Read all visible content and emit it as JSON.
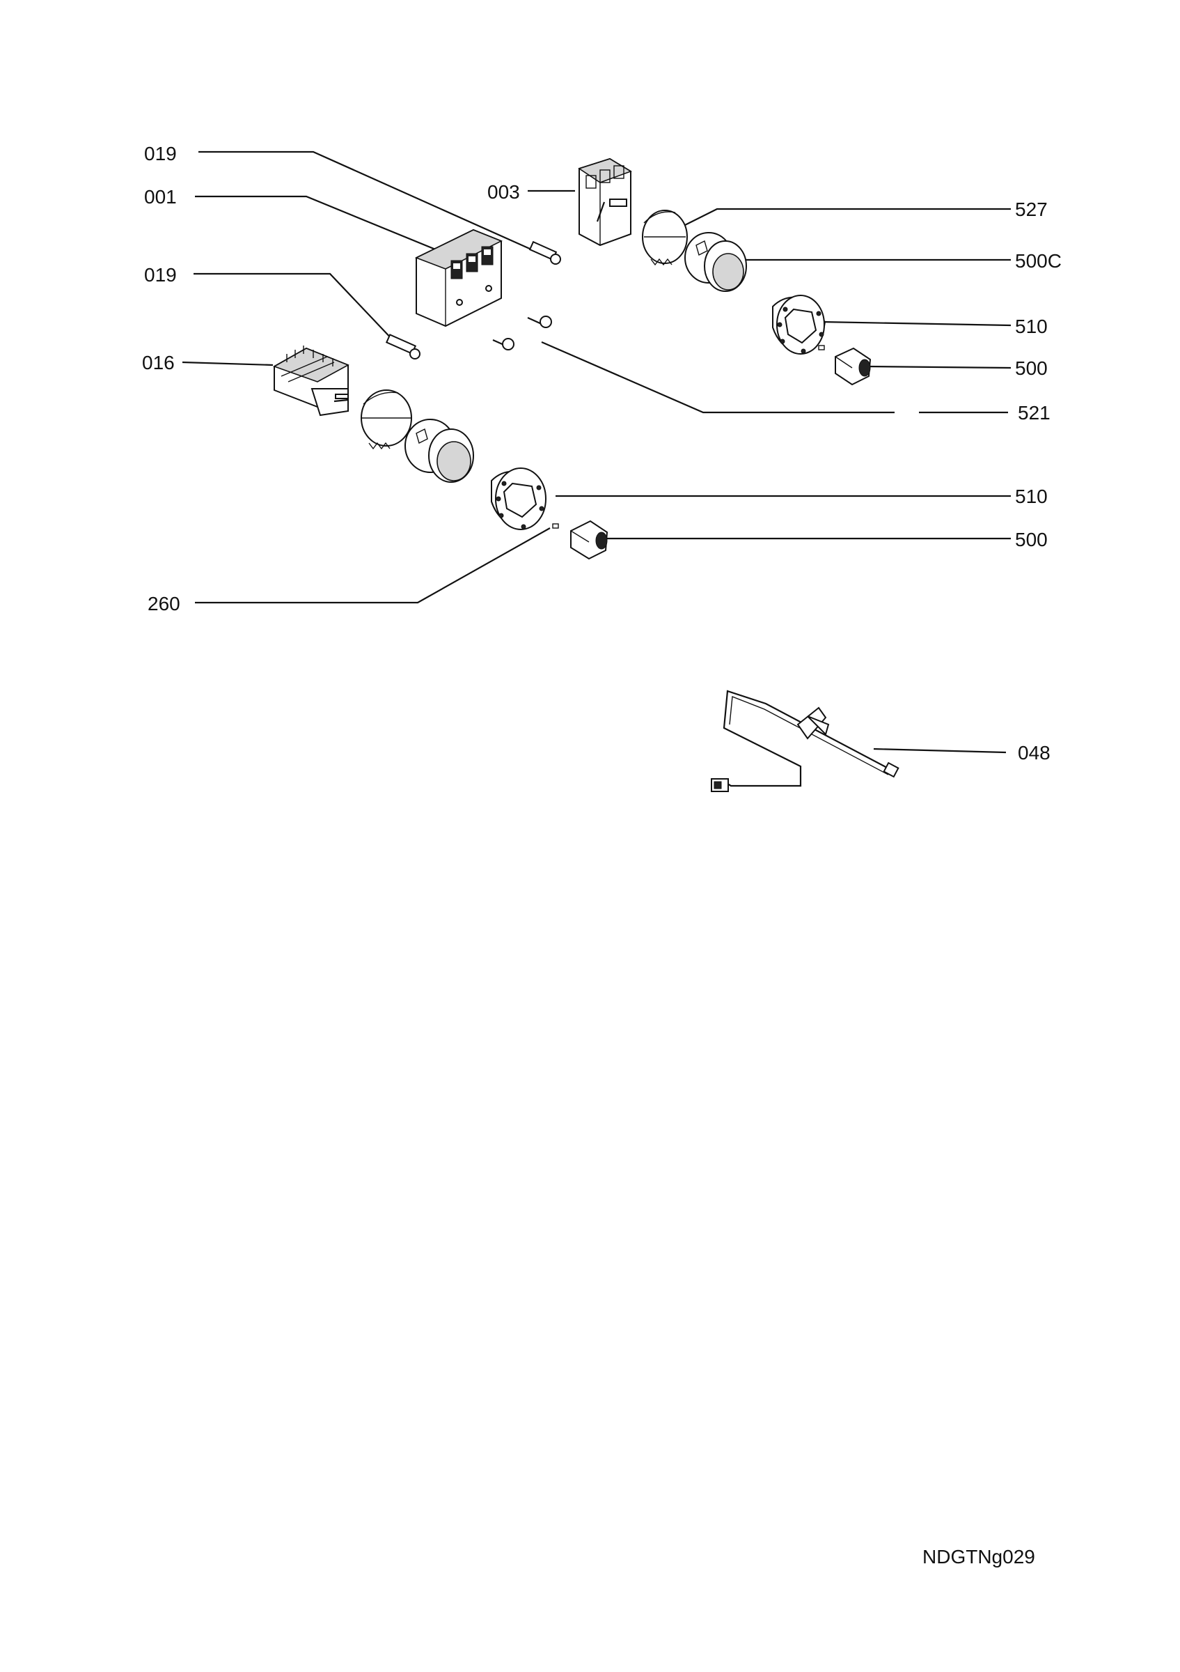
{
  "labels": {
    "p019_top": "019",
    "p001": "001",
    "p003": "003",
    "p019_mid": "019",
    "p016": "016",
    "p527": "527",
    "p500c": "500C",
    "p510_top": "510",
    "p500_top": "500",
    "p521": "521",
    "p510_bottom": "510",
    "p500_bottom": "500",
    "p260": "260",
    "p048": "048"
  },
  "footer_code": "NDGTNg029",
  "icons": [
    "electronic-timer",
    "thermostat",
    "selector-switch",
    "knob-bushing",
    "knob",
    "bezel-ring",
    "lamp-indicator",
    "fuse",
    "screw",
    "probe-sensor"
  ]
}
